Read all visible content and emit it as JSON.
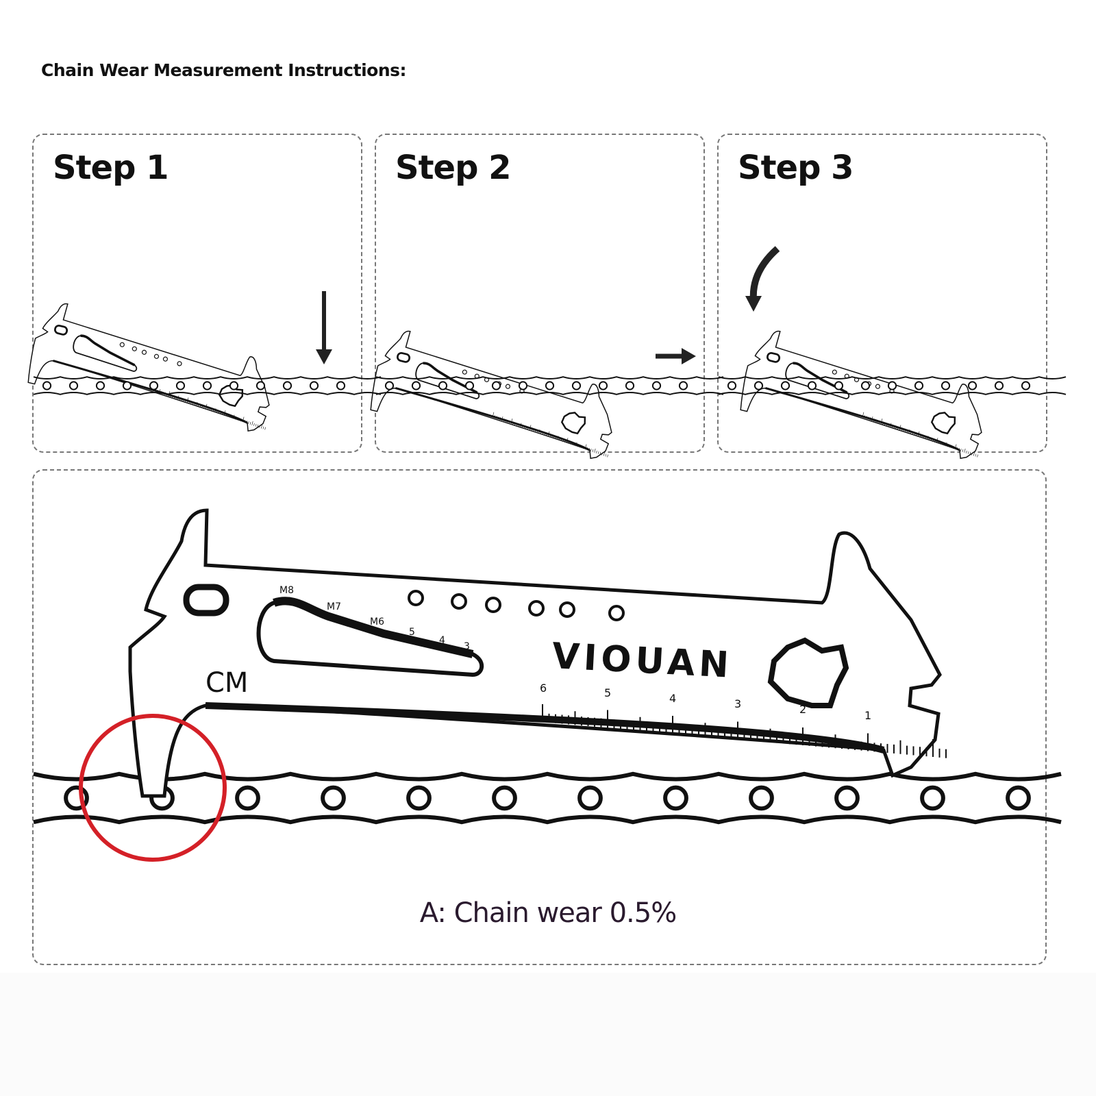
{
  "title": "Chain Wear Measurement Instructions:",
  "steps": [
    {
      "label": "Step 1",
      "arrow": "arrow-down-icon"
    },
    {
      "label": "Step 2",
      "arrow": "arrow-right-icon"
    },
    {
      "label": "Step 3",
      "arrow": "arrow-rotate-ccw-icon"
    }
  ],
  "tool": {
    "brand": "VIOUAN",
    "unit": "CM",
    "hex_labels": [
      "M8",
      "M7",
      "M6",
      "5",
      "4",
      "3"
    ],
    "ruler_numbers": [
      "6",
      "5",
      "4",
      "3",
      "2",
      "1"
    ]
  },
  "caption": "A: Chain wear 0.5%",
  "colors": {
    "highlight": "#d42027",
    "ink": "#111111",
    "caption": "#2a1a2e"
  }
}
